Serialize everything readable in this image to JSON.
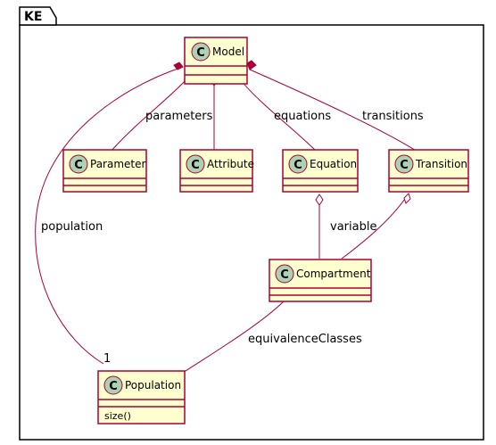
{
  "package": {
    "name": "KE"
  },
  "classes": {
    "model": {
      "name": "Model",
      "stereotype_letter": "C"
    },
    "parameter": {
      "name": "Parameter",
      "stereotype_letter": "C"
    },
    "attribute": {
      "name": "Attribute",
      "stereotype_letter": "C"
    },
    "equation": {
      "name": "Equation",
      "stereotype_letter": "C"
    },
    "transition": {
      "name": "Transition",
      "stereotype_letter": "C"
    },
    "compartment": {
      "name": "Compartment",
      "stereotype_letter": "C"
    },
    "population": {
      "name": "Population",
      "stereotype_letter": "C",
      "methods": [
        "size()"
      ]
    }
  },
  "relations": {
    "parameters": {
      "label": "parameters"
    },
    "equations": {
      "label": "equations"
    },
    "transitions": {
      "label": "transitions"
    },
    "population": {
      "label": "population",
      "multiplicity": "1"
    },
    "variable": {
      "label": "variable"
    },
    "equivalence": {
      "label": "equivalenceClasses"
    }
  },
  "colors": {
    "class_fill": "#FEFECE",
    "class_border": "#A80036",
    "edge": "#A80036",
    "circle_fill": "#ADD1B2",
    "package_fill": "#ffffff",
    "package_border": "#000000"
  }
}
